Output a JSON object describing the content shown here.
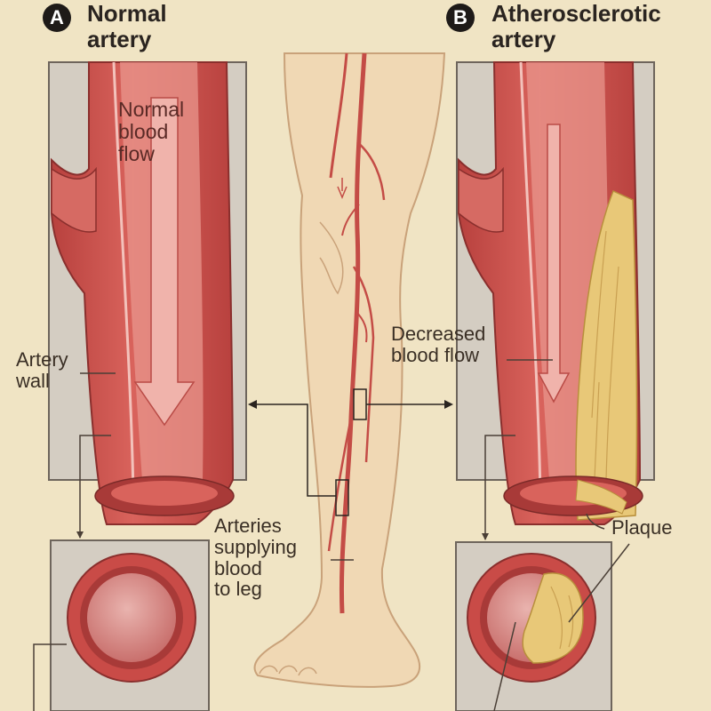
{
  "panel_a": {
    "badge": "A",
    "title_line1": "Normal",
    "title_line2": "artery",
    "flow_label": [
      "Normal",
      "blood",
      "flow"
    ],
    "wall_label": [
      "Artery",
      "wall"
    ]
  },
  "panel_b": {
    "badge": "B",
    "title_line1": "Atherosclerotic",
    "title_line2": "artery",
    "flow_label": [
      "Decreased",
      "blood flow"
    ],
    "plaque_label": "Plaque"
  },
  "leg": {
    "arteries_label": [
      "Arteries",
      "supplying",
      "blood",
      "to leg"
    ]
  },
  "colors": {
    "background": "#f0e4c4",
    "box_fill": "#d4cdc2",
    "artery_red": "#c94b47",
    "artery_dark": "#a83a38",
    "artery_light": "#e8958c",
    "plaque_yellow": "#e8c878",
    "skin": "#f0d8b4",
    "text": "#3a2f25"
  }
}
